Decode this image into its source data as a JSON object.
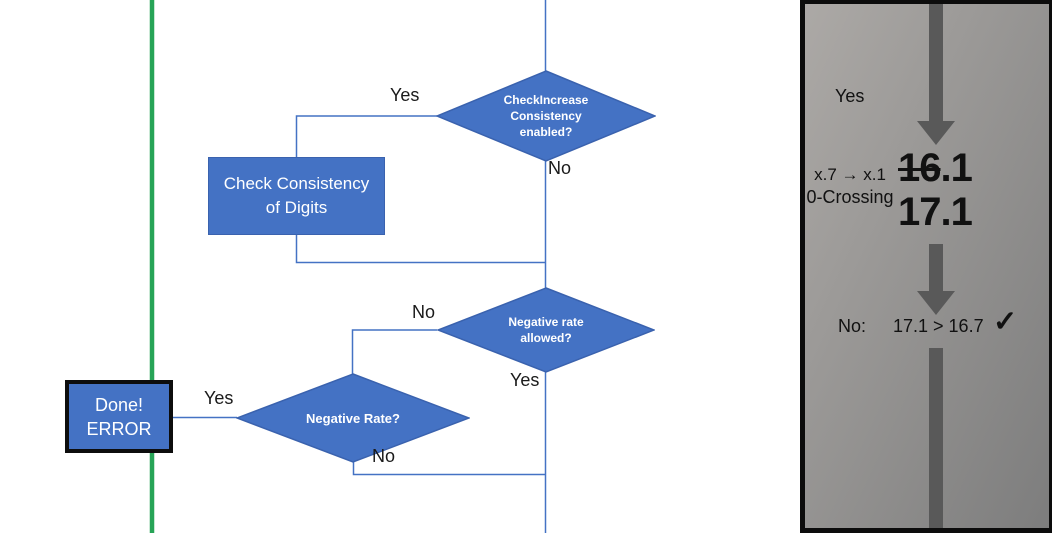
{
  "flowchart": {
    "decision_check_increase": {
      "lines": [
        "CheckIncrease",
        "Consistency",
        "enabled?"
      ]
    },
    "process_check_consistency": {
      "lines": [
        "Check Consistency",
        "of Digits"
      ]
    },
    "decision_negative_rate_allowed": {
      "lines": [
        "Negative rate",
        "allowed?"
      ]
    },
    "decision_negative_rate": {
      "lines": [
        "Negative Rate?"
      ]
    },
    "terminal_done_error": {
      "lines": [
        "Done!",
        "ERROR"
      ]
    },
    "edge_labels": {
      "check_increase_yes": "Yes",
      "check_increase_no": "No",
      "negative_rate_allowed_no": "No",
      "negative_rate_allowed_yes": "Yes",
      "negative_rate_yes": "Yes",
      "negative_rate_no": "No"
    }
  },
  "panel": {
    "yes_label": "Yes",
    "crossing_note_line1": "x.7 → x.1",
    "crossing_note_line2": "0-Crossing",
    "old_value_struck": "16",
    "old_value_rest": ".1",
    "new_value": "17.1",
    "result_label": "No:",
    "result_comparison": "17.1 > 16.7",
    "checkmark": "✓"
  },
  "colors": {
    "node_fill": "#4472c4",
    "node_border": "#3a62ae",
    "connector_blue": "#4472c4",
    "green_line": "#27a457",
    "panel_background_top": "#aca9a6",
    "panel_background_bottom": "#7d7d7d",
    "panel_border": "#0c0c0c",
    "arrow_gray": "#595959",
    "label_text": "#1a1a1a",
    "node_text": "#ffffff"
  }
}
